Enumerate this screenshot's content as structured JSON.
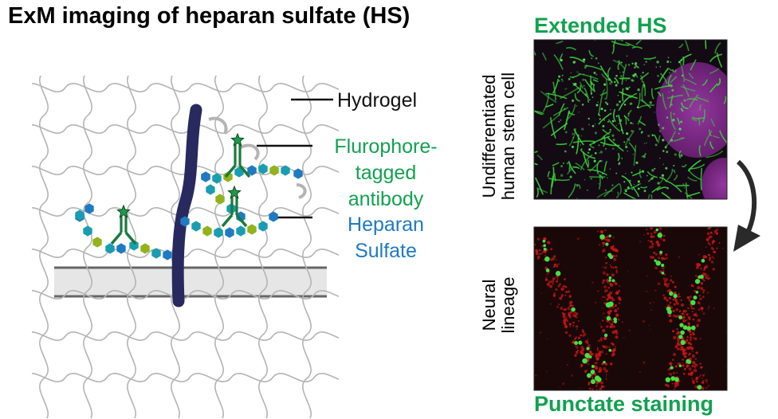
{
  "title": "ExM imaging of heparan sulfate (HS)",
  "labels": {
    "hydrogel": "Hydrogel",
    "antibody_line1": "Flurophore-",
    "antibody_line2": "tagged",
    "antibody_line3": "antibody",
    "hs_line1": "Heparan",
    "hs_line2": "Sulfate"
  },
  "panels": {
    "top": {
      "heading": "Extended HS",
      "side_line1": "Undifferentiated",
      "side_line2": "human stem cell"
    },
    "bottom": {
      "heading": "Punctate staining",
      "side_line1": "Neural",
      "side_line2": "lineage"
    }
  },
  "colors": {
    "title": "#000000",
    "accent_green": "#12a150",
    "accent_blue": "#1f7ac2",
    "proteoglycan_core": "#28295e",
    "antibody": "#1b7a3d",
    "hs_teal": "#1a9db0",
    "hs_blue": "#1f7ac2",
    "hs_olive": "#93b21c",
    "membrane": "#e6e6e6",
    "stain_magenta": "#7a2a82",
    "stain_green": "#3cd63c",
    "stain_red": "#c01414"
  },
  "icons": [
    "fluorophore-star-icon",
    "curved-arrow-icon"
  ]
}
